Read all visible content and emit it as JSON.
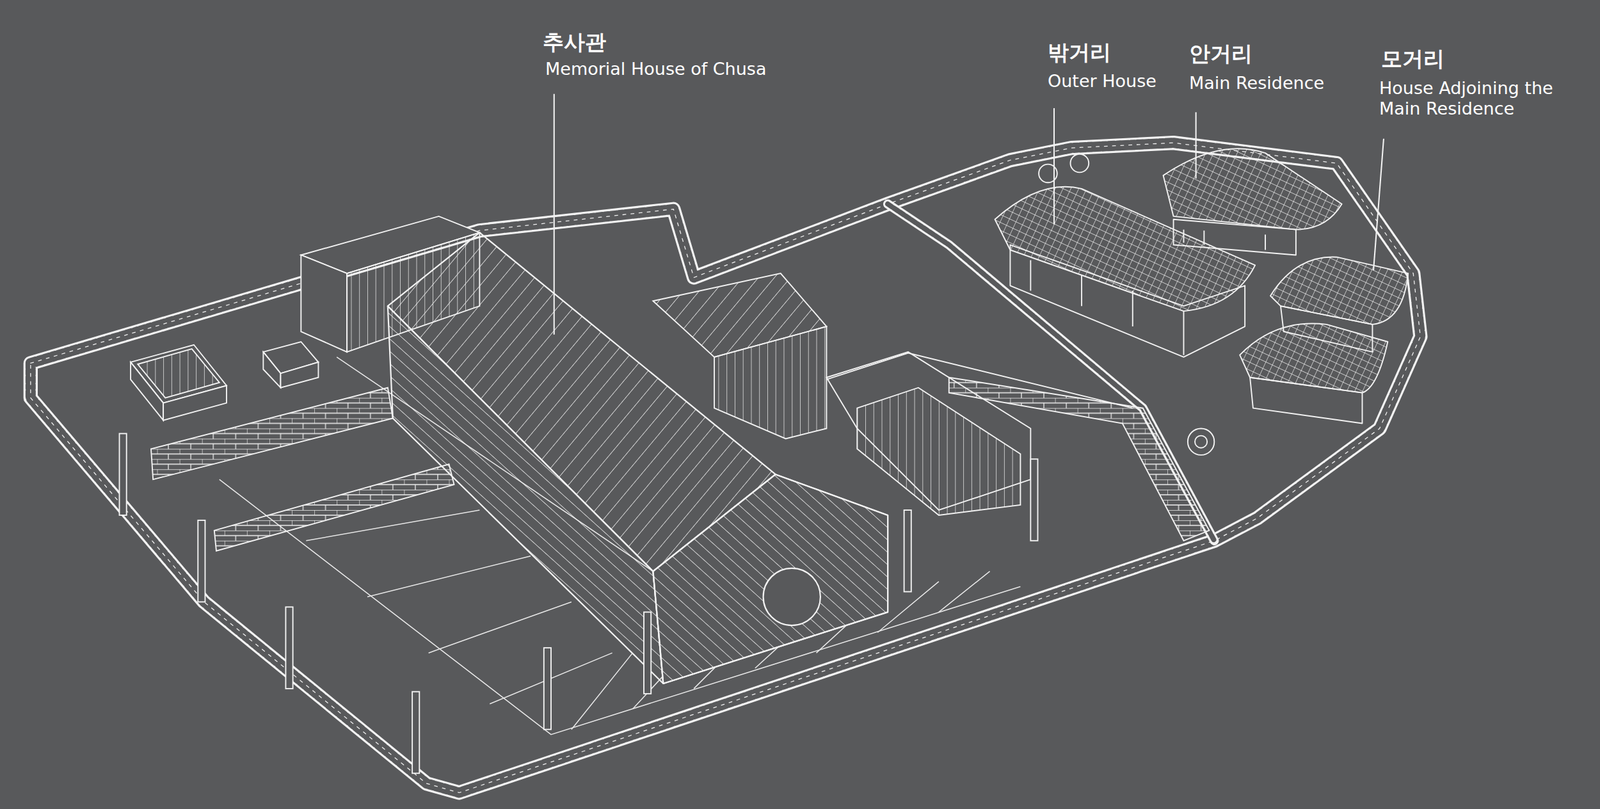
{
  "diagram": {
    "labels": [
      "추사관",
      "Memorial House of Chusa",
      "밖거리",
      "Outer House",
      "안거리",
      "Main Residence",
      "모거리",
      "House Adjoining the Main Residence"
    ]
  }
}
